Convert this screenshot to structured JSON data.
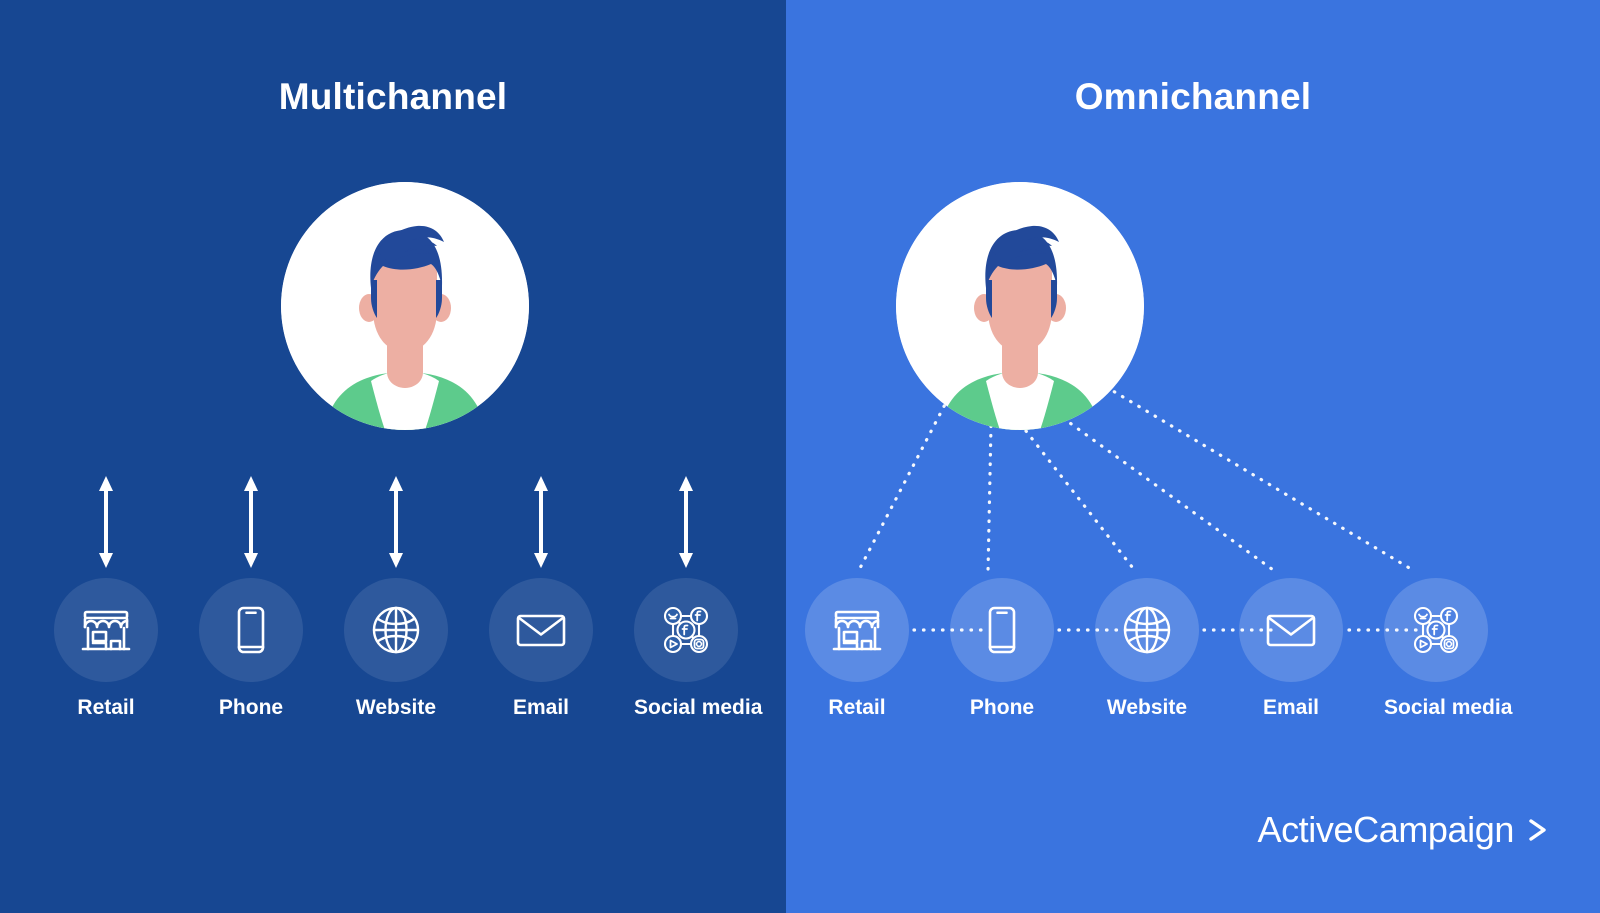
{
  "colors": {
    "left_panel_bg": "#174792",
    "right_panel_bg": "#3A74DF",
    "text": "#FFFFFF",
    "avatar_circle": "#FFFFFF",
    "hair": "#22499A",
    "skin": "#EDAFA3",
    "shirt_green": "#5DCB8C",
    "shirt_white": "#FFFFFF"
  },
  "panels": [
    {
      "id": "multichannel",
      "title": "Multichannel",
      "connector_style": "double-headed-arrows",
      "avatar_alt": "customer-avatar"
    },
    {
      "id": "omnichannel",
      "title": "Omnichannel",
      "connector_style": "dotted-network",
      "avatar_alt": "customer-avatar"
    }
  ],
  "channels": [
    {
      "id": "retail",
      "label": "Retail",
      "icon": "storefront-icon"
    },
    {
      "id": "phone",
      "label": "Phone",
      "icon": "smartphone-icon"
    },
    {
      "id": "website",
      "label": "Website",
      "icon": "globe-icon"
    },
    {
      "id": "email",
      "label": "Email",
      "icon": "envelope-icon"
    },
    {
      "id": "social_media",
      "label": "Social media",
      "icon": "social-network-icon"
    }
  ],
  "brand": {
    "name": "ActiveCampaign",
    "chevron": "chevron-right-icon"
  }
}
